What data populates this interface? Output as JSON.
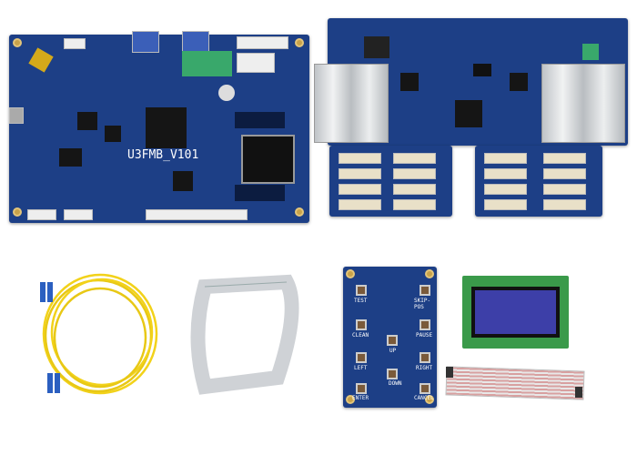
{
  "main_board": {
    "label": "U3FMB_V101"
  },
  "control_panel": {
    "buttons": [
      "TEST",
      "SKIP-POS",
      "CLEAN",
      "PAUSE",
      "UP",
      "LEFT",
      "RIGHT",
      "DOWN",
      "ENTER",
      "CANCEL"
    ]
  },
  "colors": {
    "pcb": "#1d3f86",
    "fiber": "#f2d21a",
    "lcd_frame": "#3a9a4a",
    "lcd_screen": "#3d3fa8"
  }
}
